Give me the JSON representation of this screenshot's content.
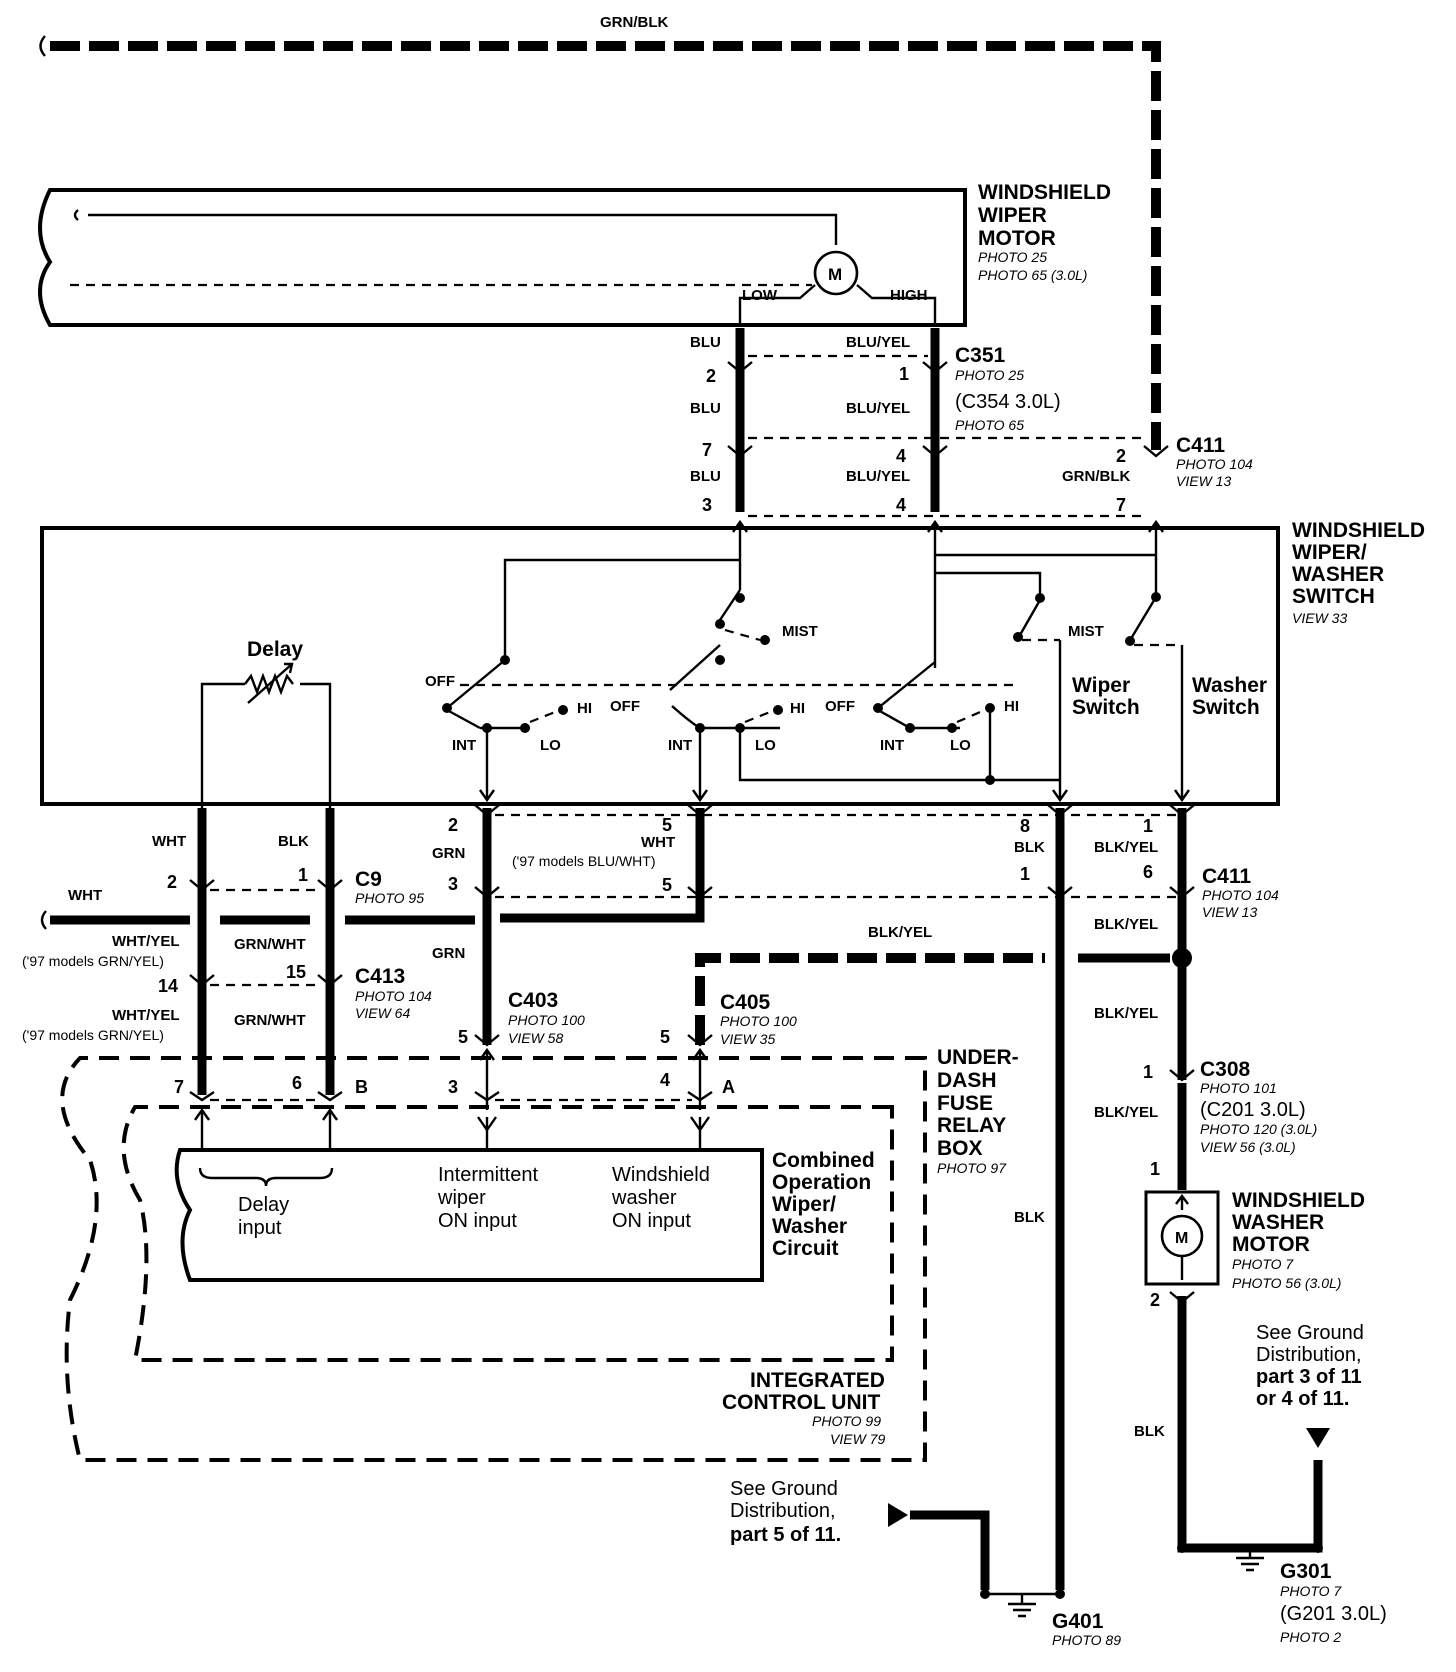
{
  "wires": {
    "top": "GRN/BLK",
    "blu_a": "BLU",
    "blu_b": "BLU",
    "blu_c": "BLU",
    "bluyel_a": "BLU/YEL",
    "bluyel_b": "BLU/YEL",
    "bluyel_c": "BLU/YEL",
    "grnblk_c411": "GRN/BLK",
    "wht": "WHT",
    "blk": "BLK",
    "wht_left": "WHT",
    "whtyel_a": "WHT/YEL",
    "models97_a": "('97 models GRN/YEL)",
    "grnwht_a": "GRN/WHT",
    "whtyel_b": "WHT/YEL",
    "models97_b": "('97 models GRN/YEL)",
    "grnwht_b": "GRN/WHT",
    "grn_a": "GRN",
    "grn_b": "GRN",
    "wht_mid": "WHT",
    "models97_c": "('97 models BLU/WHT)",
    "blkyel_top": "BLK/YEL",
    "blk_8": "BLK",
    "blkyel_a": "BLK/YEL",
    "blkyel_b": "BLK/YEL",
    "blkyel_c": "BLK/YEL",
    "blkyel_d": "BLK/YEL",
    "blk_ground": "BLK",
    "blk_right": "BLK"
  },
  "wiper_motor": {
    "title_1": "WINDSHIELD",
    "title_2": "WIPER",
    "title_3": "MOTOR",
    "photo_1": "PHOTO 25",
    "photo_2": "PHOTO 65 (3.0L)",
    "motor_symbol": "M",
    "low": "LOW",
    "high": "HIGH"
  },
  "c351": {
    "name": "C351",
    "photo": "PHOTO 25",
    "alt": "(C354 3.0L)",
    "photo_2": "PHOTO 65"
  },
  "c411_top": {
    "name": "C411",
    "photo": "PHOTO 104",
    "view": "VIEW 13"
  },
  "pins_top": {
    "p2": "2",
    "p1": "1",
    "p7": "7",
    "p4a": "4",
    "p2b": "2",
    "p3": "3",
    "p4b": "4",
    "p7b": "7"
  },
  "switch": {
    "title_1": "WINDSHIELD",
    "title_2": "WIPER/",
    "title_3": "WASHER",
    "title_4": "SWITCH",
    "view": "VIEW 33",
    "delay": "Delay",
    "off_1": "OFF",
    "off_2": "OFF",
    "off_3": "OFF",
    "hi_1": "HI",
    "hi_2": "HI",
    "hi_3": "HI",
    "int_1": "INT",
    "int_2": "INT",
    "int_3": "INT",
    "lo_1": "LO",
    "lo_2": "LO",
    "lo_3": "LO",
    "mist_1": "MIST",
    "mist_2": "MIST",
    "wiper_1": "Wiper",
    "wiper_2": "Switch",
    "washer_1": "Washer",
    "washer_2": "Switch"
  },
  "pins_mid": {
    "p2a": "2",
    "p1a": "1",
    "p2b": "2",
    "p3": "3",
    "p5a": "5",
    "p5b": "5",
    "p8": "8",
    "p1b": "1",
    "p1c": "1",
    "p6": "6",
    "p14": "14",
    "p15": "15",
    "p5c": "5",
    "p5d": "5",
    "p7": "7",
    "p6b": "6",
    "pB": "B",
    "p3b": "3",
    "p4": "4",
    "pA": "A"
  },
  "c9": {
    "name": "C9",
    "photo": "PHOTO 95"
  },
  "c411_mid": {
    "name": "C411",
    "photo": "PHOTO 104",
    "view": "VIEW 13"
  },
  "c413": {
    "name": "C413",
    "photo": "PHOTO 104",
    "view": "VIEW 64"
  },
  "c403": {
    "name": "C403",
    "photo": "PHOTO 100",
    "view": "VIEW 58"
  },
  "c405": {
    "name": "C405",
    "photo": "PHOTO 100",
    "view": "VIEW 35"
  },
  "c308": {
    "name": "C308",
    "photo": "PHOTO 101",
    "alt": "(C201 3.0L)",
    "photo_2": "PHOTO 120 (3.0L)",
    "view": "VIEW 56 (3.0L)",
    "pin": "1"
  },
  "underdash": {
    "l1": "UNDER-",
    "l2": "DASH",
    "l3": "FUSE",
    "l4": "RELAY",
    "l5": "BOX",
    "photo": "PHOTO 97"
  },
  "combined": {
    "l1": "Combined",
    "l2": "Operation",
    "l3": "Wiper/",
    "l4": "Washer",
    "l5": "Circuit"
  },
  "inputs": {
    "delay_1": "Delay",
    "delay_2": "input",
    "int_1": "Intermittent",
    "int_2": "wiper",
    "int_3": "ON input",
    "wash_1": "Windshield",
    "wash_2": "washer",
    "wash_3": "ON input"
  },
  "icu": {
    "l1": "INTEGRATED",
    "l2": "CONTROL UNIT",
    "photo": "PHOTO 99",
    "view": "VIEW 79"
  },
  "washer_motor": {
    "t1": "WINDSHIELD",
    "t2": "WASHER",
    "t3": "MOTOR",
    "photo_1": "PHOTO 7",
    "photo_2": "PHOTO 56 (3.0L)",
    "motor_symbol": "M",
    "pin1": "1",
    "pin2": "2"
  },
  "ground_right_note": {
    "l1": "See Ground",
    "l2": "Distribution,",
    "l3": "part 3 of 11",
    "l4": "or 4 of 11."
  },
  "ground_left_note": {
    "l1": "See Ground",
    "l2": "Distribution,",
    "l3": "part 5 of 11."
  },
  "g401": {
    "name": "G401",
    "photo": "PHOTO 89"
  },
  "g301": {
    "name": "G301",
    "photo": "PHOTO 7",
    "alt": "(G201 3.0L)",
    "photo_2": "PHOTO 2"
  }
}
